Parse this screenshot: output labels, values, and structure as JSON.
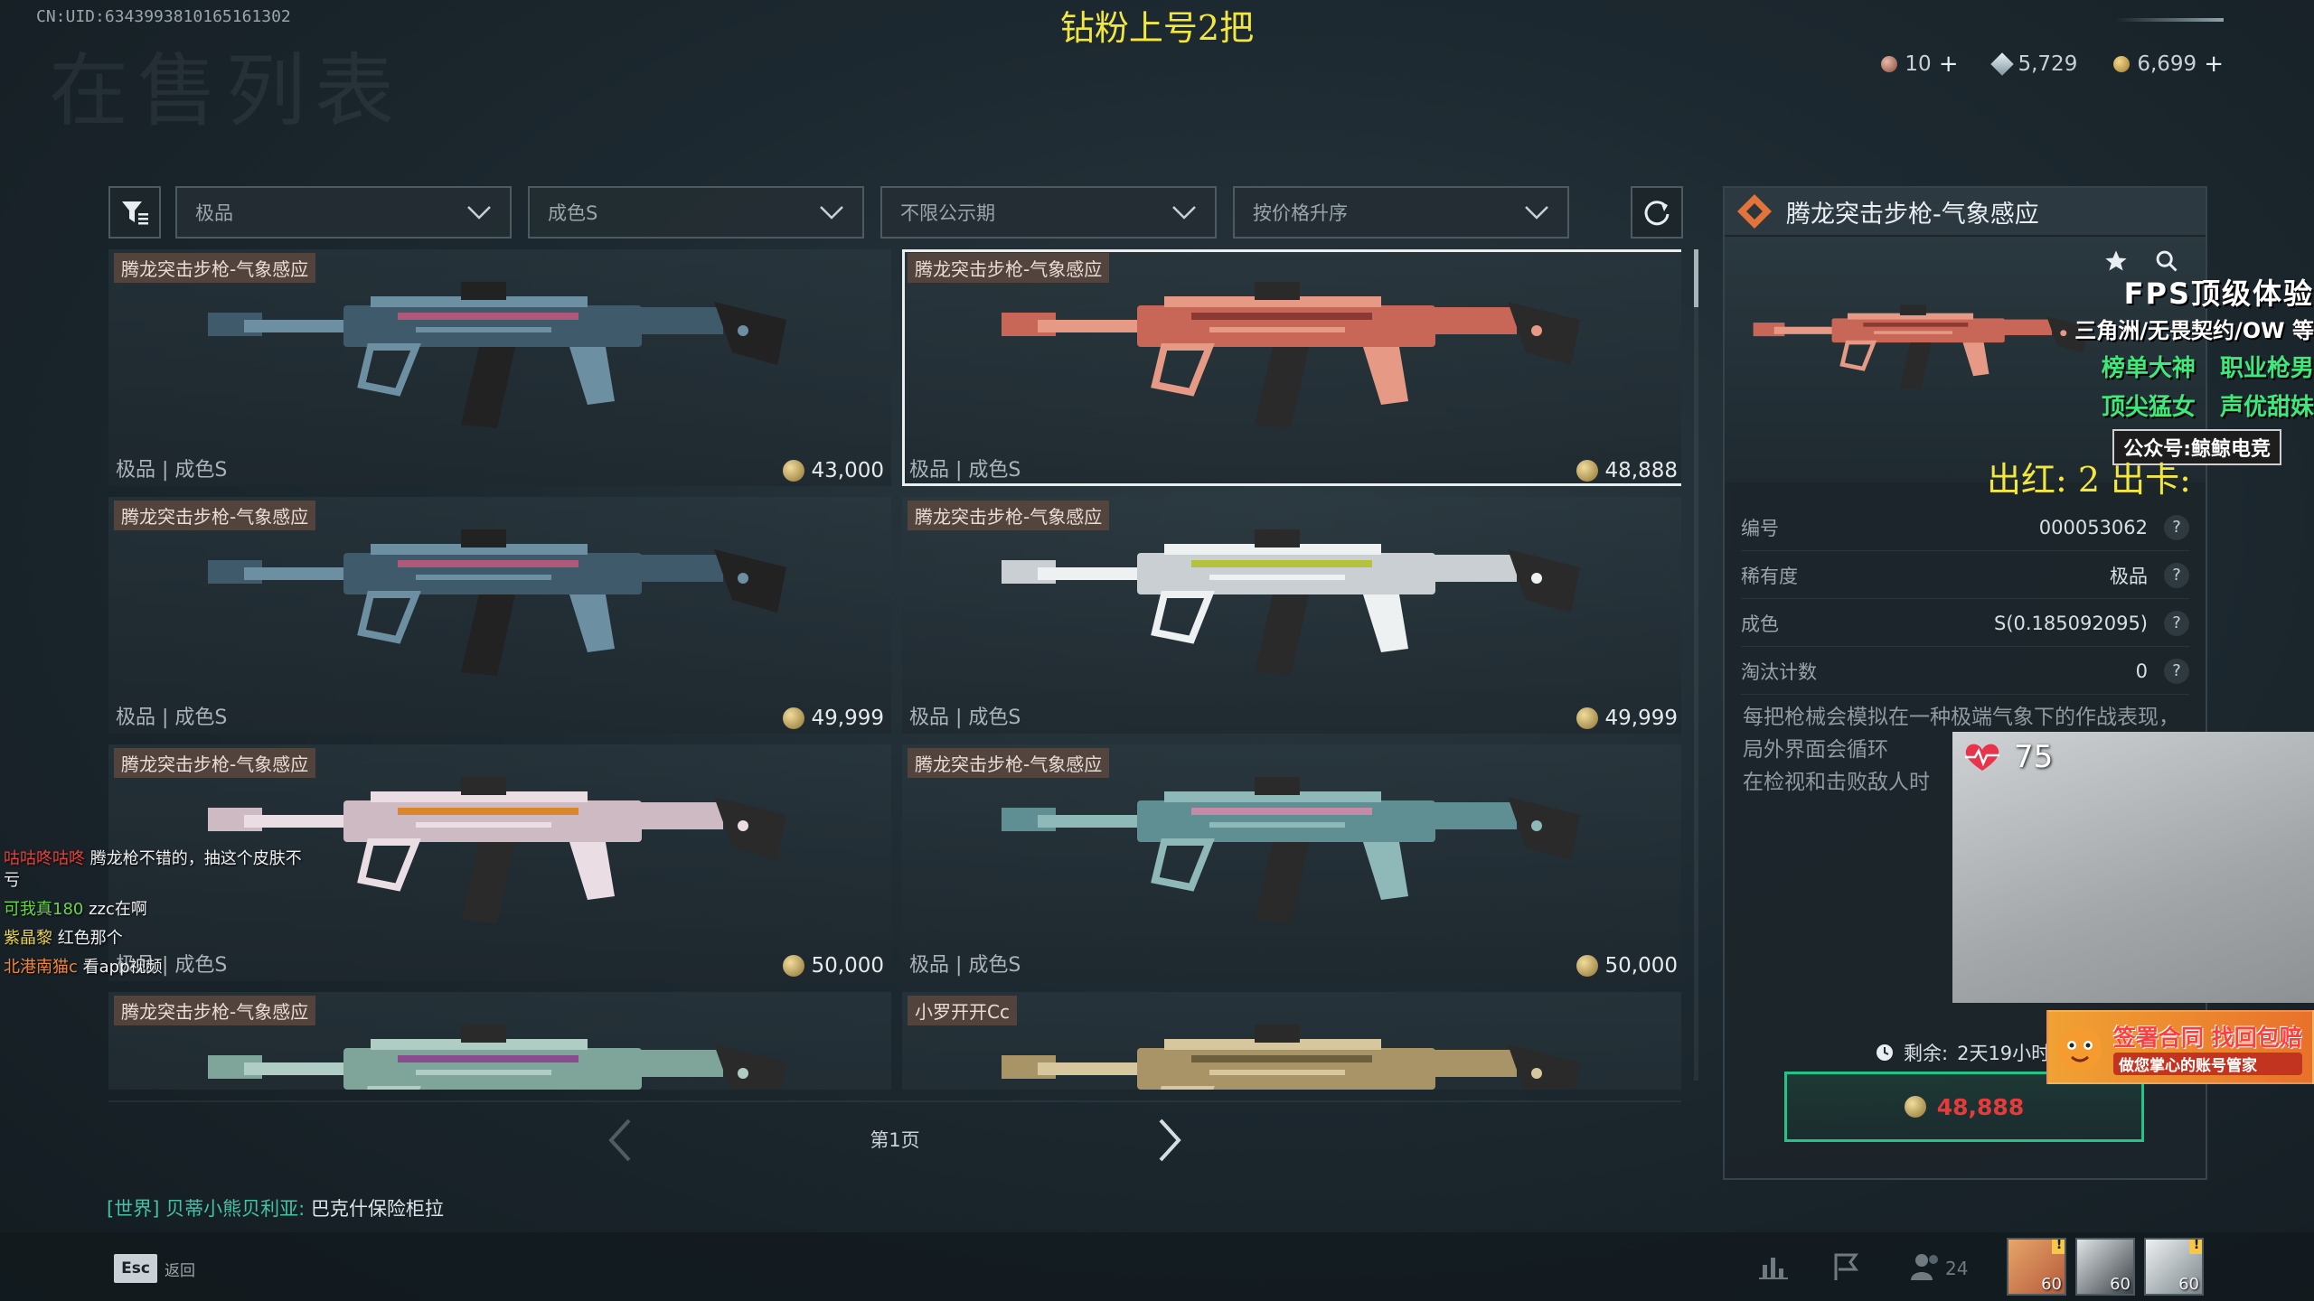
{
  "header": {
    "uid": "CN:UID:6343993810165161302",
    "watermark": "在售列表",
    "stream_title": "钻粉上号2把"
  },
  "currency": [
    {
      "icon": "red-coin-icon",
      "value": "10"
    },
    {
      "icon": "diamond-icon",
      "value": "5,729"
    },
    {
      "icon": "gold-coin-icon",
      "value": "6,699"
    }
  ],
  "filters": {
    "rarity": "极品",
    "condition": "成色S",
    "period": "不限公示期",
    "sort": "按价格升序"
  },
  "listings": [
    {
      "name": "腾龙突击步枪-气象感应",
      "tags": "极品 | 成色S",
      "price": "43,000",
      "palette": "steel",
      "selected": false
    },
    {
      "name": "腾龙突击步枪-气象感应",
      "tags": "极品 | 成色S",
      "price": "48,888",
      "palette": "coral",
      "selected": true
    },
    {
      "name": "腾龙突击步枪-气象感应",
      "tags": "极品 | 成色S",
      "price": "49,999",
      "palette": "steel",
      "selected": false
    },
    {
      "name": "腾龙突击步枪-气象感应",
      "tags": "极品 | 成色S",
      "price": "49,999",
      "palette": "white",
      "selected": false
    },
    {
      "name": "腾龙突击步枪-气象感应",
      "tags": "极品 | 成色S",
      "price": "50,000",
      "palette": "pink",
      "selected": false
    },
    {
      "name": "腾龙突击步枪-气象感应",
      "tags": "极品 | 成色S",
      "price": "50,000",
      "palette": "teal",
      "selected": false
    },
    {
      "name": "腾龙突击步枪-气象感应",
      "tags": "",
      "price": "",
      "palette": "mint",
      "selected": false
    },
    {
      "name": "小罗开开Cc",
      "tags": "",
      "price": "",
      "palette": "gold",
      "selected": false
    }
  ],
  "pagination": {
    "label": "第1页"
  },
  "chat": {
    "world_channel": "[世界]",
    "world_user": "贝蒂小熊贝利亚:",
    "world_message": "巴克什保险柜拉",
    "danmu": [
      {
        "user": "咕咕咚咕咚",
        "text": "腾龙枪不错的，抽这个皮肤不",
        "color": "red"
      },
      {
        "user": "",
        "text": "亏",
        "color": "red"
      },
      {
        "user": "可我真180",
        "text": "zzc在啊",
        "color": "green"
      },
      {
        "user": "紫晶黎",
        "text": "红色那个",
        "color": "yellow"
      },
      {
        "user": "北港南猫c",
        "text": "看app视频",
        "color": "orange"
      }
    ]
  },
  "bottom": {
    "esc_key": "Esc",
    "esc_label": "返回",
    "friends_count": "24",
    "avatars": [
      {
        "level": "60",
        "badge": "!"
      },
      {
        "level": "60",
        "badge": ""
      },
      {
        "level": "60",
        "badge": "!"
      }
    ]
  },
  "detail": {
    "title": "腾龙突击步枪-气象感应",
    "stats": [
      {
        "label": "编号",
        "value": "000053062"
      },
      {
        "label": "稀有度",
        "value": "极品"
      },
      {
        "label": "成色",
        "value": "S(0.185092095)"
      },
      {
        "label": "淘汰计数",
        "value": "0"
      }
    ],
    "description": "每把枪械会模拟在一种极端气象下的作战表现，局外界面会循环",
    "description_2": "在检视和击败敌人时",
    "remaining_label": "剩余:",
    "remaining_value": "2天19小时",
    "buy_price": "48,888"
  },
  "overlay": {
    "promo_line1": "FPS顶级体验",
    "promo_line2": "三角洲/无畏契约/OW 等",
    "promo_line3a": "榜单大神",
    "promo_line3b": "职业枪男",
    "promo_line4a": "顶尖猛女",
    "promo_line4b": "声优甜妹",
    "promo_line5": "公众号:鲸鲸电竞",
    "red_card": "出红: 2 出卡:",
    "heart_rate": "75",
    "banner_main": "签署合同 找回包赔",
    "banner_sub": "做您掌心的账号管家"
  },
  "colors": {
    "accent_yellow": "#f3e63d",
    "buy_border": "#22c585",
    "buy_price": "#e93a3a",
    "world_chat": "#43c3a5"
  }
}
